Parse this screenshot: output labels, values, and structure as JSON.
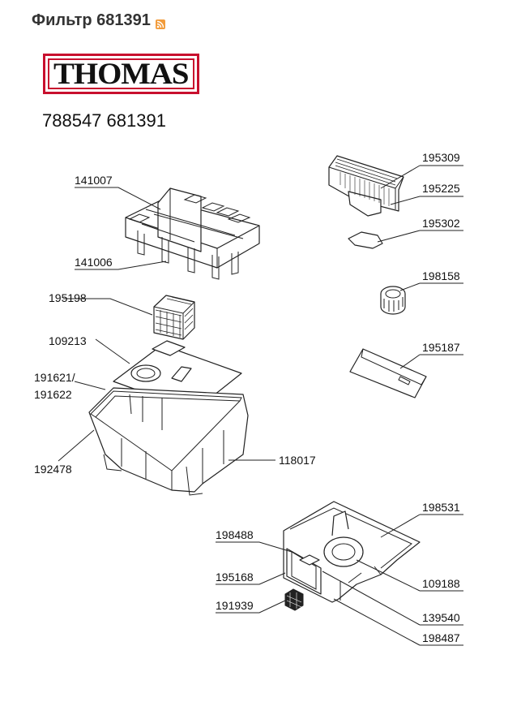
{
  "heading": "Фильтр 681391",
  "icons": {
    "feed": "rss-icon"
  },
  "logo": {
    "text": "THOMAS",
    "color": "#c8102e"
  },
  "part_numbers": "788547 681391",
  "labels": {
    "p195309": "195309",
    "p195225": "195225",
    "p195302": "195302",
    "p198158": "198158",
    "p195187": "195187",
    "p141007": "141007",
    "p141006": "141006",
    "p195198": "195198",
    "p109213": "109213",
    "p191621": "191621/",
    "p191622": "191622",
    "p192478": "192478",
    "p118017": "118017",
    "p198531": "198531",
    "p198488": "198488",
    "p195168": "195168",
    "p191939": "191939",
    "p109188": "109188",
    "p139540": "139540",
    "p198487": "198487"
  }
}
